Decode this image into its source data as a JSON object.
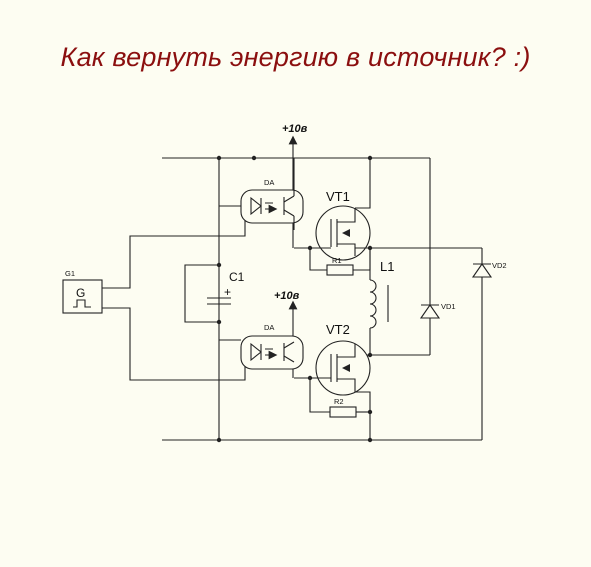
{
  "title": "Как вернуть энергию в источник? :)",
  "labels": {
    "supply_top": "+10в",
    "supply_mid": "+10в",
    "generator_ref": "G1",
    "generator_letter": "G",
    "capacitor_ref": "C1",
    "capacitor_plus": "+",
    "optocoupler_top": "DA",
    "optocoupler_bottom": "DA",
    "transistor_top": "VT1",
    "transistor_bottom": "VT2",
    "resistor_top": "R1",
    "resistor_bottom": "R2",
    "inductor": "L1",
    "diode_1": "VD1",
    "diode_2": "VD2"
  }
}
